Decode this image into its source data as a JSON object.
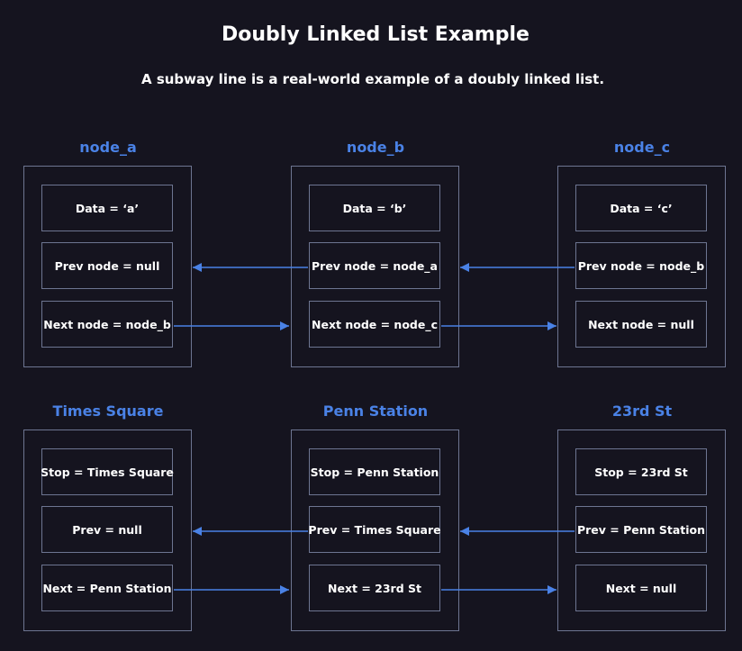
{
  "title": "Doubly Linked List Example",
  "subtitle": "A subway line is a real-world example of a doubly linked list.",
  "colors": {
    "background": "#15141f",
    "accent": "#4a82e6",
    "border": "#6d7591",
    "text": "#ffffff"
  },
  "rows": [
    {
      "nodes": [
        {
          "label": "node_a",
          "fields": [
            "Data = ‘a’",
            "Prev node = null",
            "Next node = node_b"
          ]
        },
        {
          "label": "node_b",
          "fields": [
            "Data = ‘b’",
            "Prev node = node_a",
            "Next node = node_c"
          ]
        },
        {
          "label": "node_c",
          "fields": [
            "Data = ‘c’",
            "Prev node = node_b",
            "Next node = null"
          ]
        }
      ]
    },
    {
      "nodes": [
        {
          "label": "Times Square",
          "fields": [
            "Stop = Times Square",
            "Prev = null",
            "Next = Penn Station"
          ]
        },
        {
          "label": "Penn Station",
          "fields": [
            "Stop = Penn Station",
            "Prev = Times Square",
            "Next = 23rd St"
          ]
        },
        {
          "label": "23rd St",
          "fields": [
            "Stop = 23rd St",
            "Prev = Penn Station",
            "Next = null"
          ]
        }
      ]
    }
  ]
}
